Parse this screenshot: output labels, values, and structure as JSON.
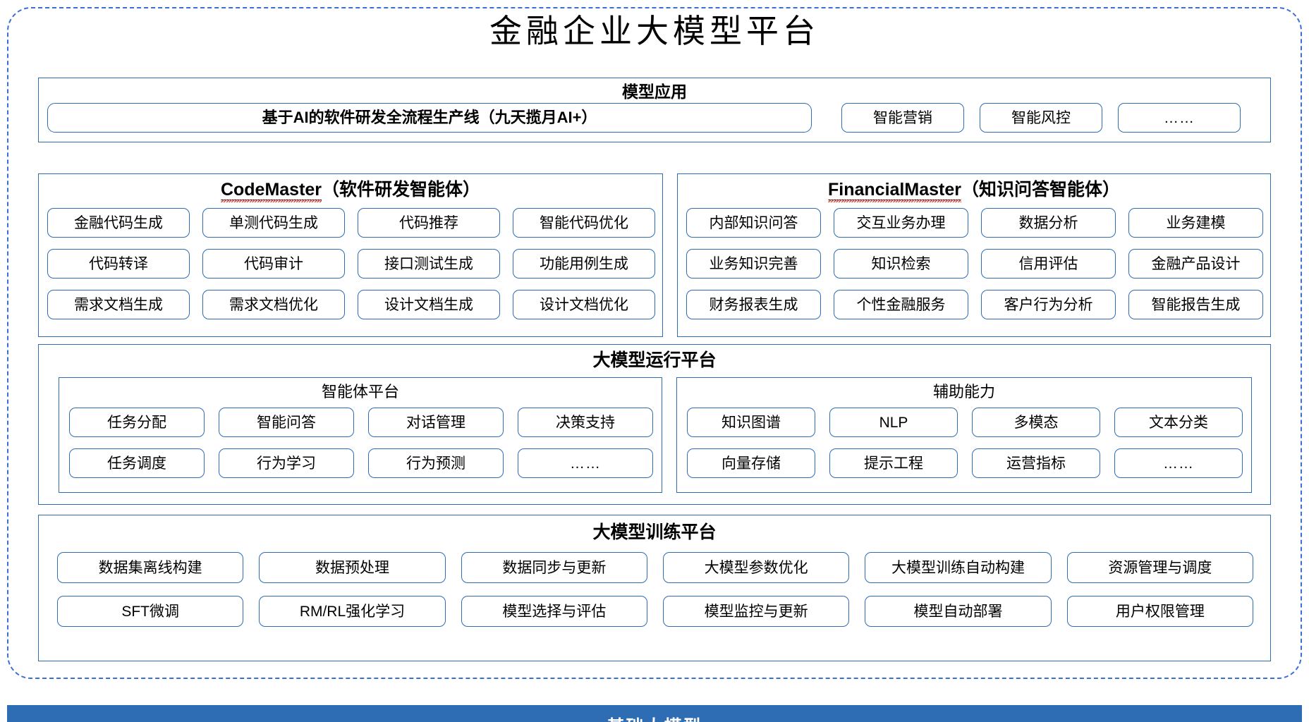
{
  "colors": {
    "accent_blue": "#2E6DB4",
    "dashed_border": "#3B6FD4",
    "spellcheck_red": "#E03A2F",
    "text": "#000000",
    "bar_text": "#FFFFFF"
  },
  "platform": {
    "title": "金融企业大模型平台"
  },
  "model_application": {
    "title": "模型应用",
    "feature_label": "基于AI的软件研发全流程生产线（九天揽月AI+）",
    "items": [
      "智能营销",
      "智能风控",
      "……"
    ]
  },
  "code_master": {
    "name": "CodeMaster",
    "suffix": "（软件研发智能体）",
    "items": [
      "金融代码生成",
      "单测代码生成",
      "代码推荐",
      "智能代码优化",
      "代码转译",
      "代码审计",
      "接口测试生成",
      "功能用例生成",
      "需求文档生成",
      "需求文档优化",
      "设计文档生成",
      "设计文档优化"
    ]
  },
  "financial_master": {
    "name": "FinancialMaster",
    "suffix": "（知识问答智能体）",
    "items": [
      "内部知识问答",
      "交互业务办理",
      "数据分析",
      "业务建模",
      "业务知识完善",
      "知识检索",
      "信用评估",
      "金融产品设计",
      "财务报表生成",
      "个性金融服务",
      "客户行为分析",
      "智能报告生成"
    ]
  },
  "run_platform": {
    "title": "大模型运行平台",
    "agent_platform": {
      "title": "智能体平台",
      "items": [
        "任务分配",
        "智能问答",
        "对话管理",
        "决策支持",
        "任务调度",
        "行为学习",
        "行为预测",
        "……"
      ]
    },
    "aux_capability": {
      "title": "辅助能力",
      "items": [
        "知识图谱",
        "NLP",
        "多模态",
        "文本分类",
        "向量存储",
        "提示工程",
        "运营指标",
        "……"
      ]
    }
  },
  "train_platform": {
    "title": "大模型训练平台",
    "items": [
      "数据集离线构建",
      "数据预处理",
      "数据同步与更新",
      "大模型参数优化",
      "大模型训练自动构建",
      "资源管理与调度",
      "SFT微调",
      "RM/RL强化学习",
      "模型选择与评估",
      "模型监控与更新",
      "模型自动部署",
      "用户权限管理"
    ]
  },
  "base_model": {
    "label": "基础大模型"
  }
}
